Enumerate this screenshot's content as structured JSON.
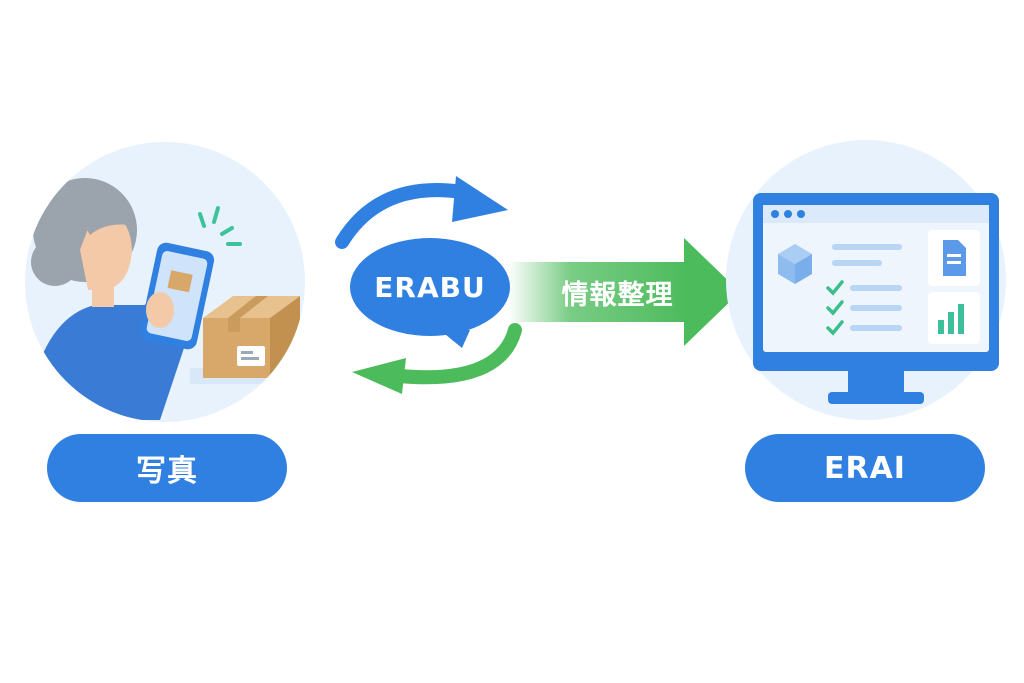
{
  "left_node": {
    "label": "写真"
  },
  "center_node": {
    "label": "ERABU"
  },
  "flow": {
    "label": "情報整理"
  },
  "right_node": {
    "label": "ERAI"
  },
  "colors": {
    "primary_blue": "#2f80e0",
    "green": "#4cbb5c",
    "light_circle": "#e8f2fc",
    "box": "#d8a86a"
  },
  "icons": [
    "person-with-phone-icon",
    "cardboard-box-icon",
    "cycle-arrows-icon",
    "monitor-dashboard-icon",
    "document-icon",
    "bar-chart-icon",
    "checkmark-icon"
  ]
}
